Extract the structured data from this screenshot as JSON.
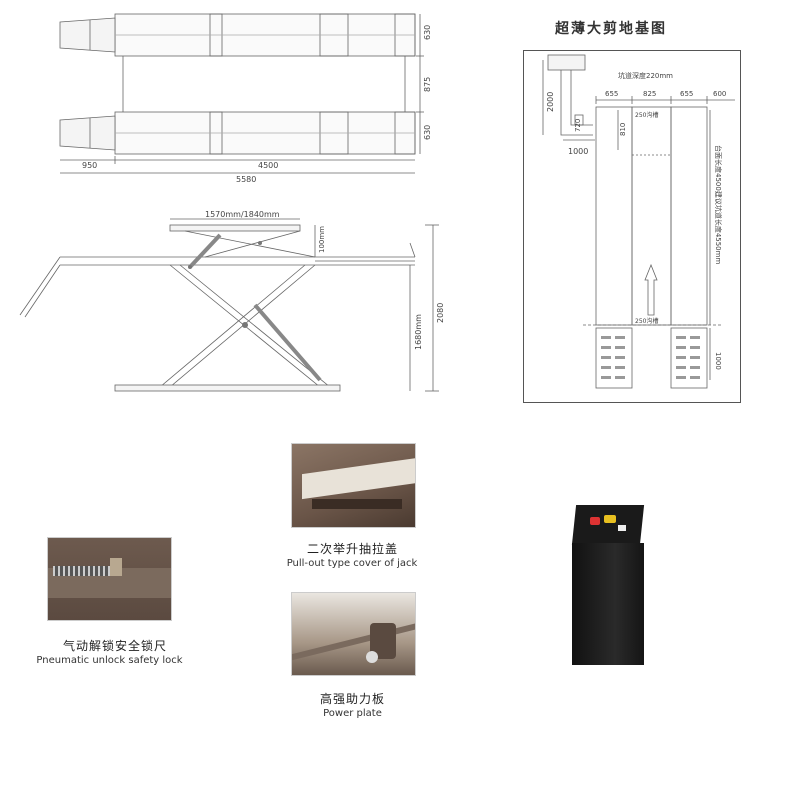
{
  "top_view": {
    "dim_630_a": "630",
    "dim_875": "875",
    "dim_630_b": "630",
    "dim_950": "950",
    "dim_4500": "4500",
    "dim_5580": "5580"
  },
  "side_view": {
    "dim_platform": "1570mm/1840mm",
    "dim_100": "100mm",
    "dim_1680": "1680mm",
    "dim_2080": "2080"
  },
  "plan": {
    "title": "超薄大剪地基图",
    "pit_depth": "坑道深度220mm",
    "dim_2000": "2000",
    "dim_720": "720",
    "dim_1000": "1000",
    "dim_655a": "655",
    "dim_825": "825",
    "dim_655b": "655",
    "dim_600": "600",
    "dim_810": "810",
    "groove_top": "250沟槽",
    "groove_bottom": "250沟槽",
    "length_note": "台面长度4500建议坑道长度4550mm",
    "dim_1000_b": "1000"
  },
  "photos": {
    "cover_cn": "二次举升抽拉盖",
    "cover_en": "Pull-out type cover of jack",
    "lock_cn": "气动解锁安全锁尺",
    "lock_en": "Pneumatic unlock safety lock",
    "plate_cn": "高强助力板",
    "plate_en": "Power plate"
  }
}
